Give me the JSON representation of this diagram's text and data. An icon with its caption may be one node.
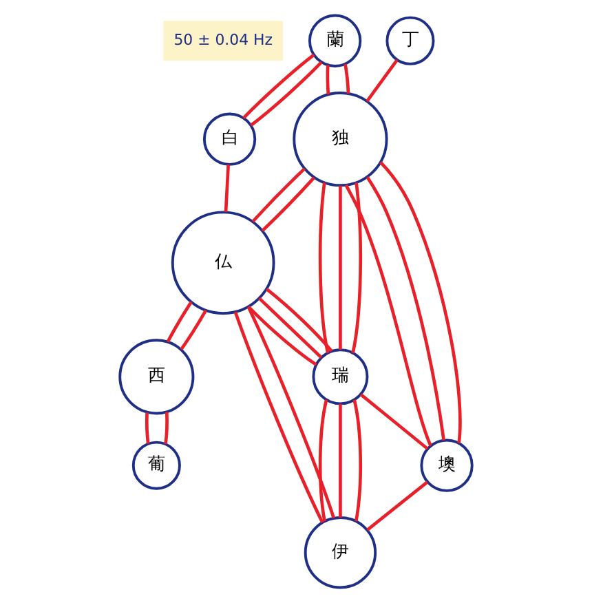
{
  "diagram": {
    "nodes": [
      {
        "text": [
          "丁"
        ]
      },
      {
        "text": [
          "蘭"
        ]
      },
      {
        "text": [
          "独"
        ]
      },
      {
        "text": [
          "白"
        ]
      },
      {
        "text": [
          "仏"
        ]
      },
      {
        "text": [
          "瑞"
        ]
      },
      {
        "text": [
          "墺"
        ]
      },
      {
        "text": [
          "伊"
        ]
      },
      {
        "text": [
          "西"
        ]
      },
      {
        "text": [
          "葡"
        ]
      }
    ],
    "edges": [
      {
        "from": 0,
        "to": 2,
        "arrow": "none"
      },
      {
        "from": 1,
        "to": 2,
        "arrow": "none"
      },
      {
        "from": 1,
        "to": 2,
        "arrow": "none"
      },
      {
        "from": 1,
        "to": 3,
        "arrow": "none"
      },
      {
        "from": 1,
        "to": 3,
        "arrow": "none"
      },
      {
        "from": 3,
        "to": 4,
        "arrow": "none"
      },
      {
        "from": 2,
        "to": 4,
        "arrow": "none"
      },
      {
        "from": 2,
        "to": 4,
        "arrow": "none"
      },
      {
        "from": 2,
        "to": 5,
        "arrow": "none"
      },
      {
        "from": 2,
        "to": 5,
        "arrow": "none"
      },
      {
        "from": 2,
        "to": 5,
        "arrow": "none"
      },
      {
        "from": 2,
        "to": 6,
        "arrow": "none"
      },
      {
        "from": 2,
        "to": 6,
        "arrow": "none"
      },
      {
        "from": 2,
        "to": 6,
        "arrow": "none"
      },
      {
        "from": 4,
        "to": 5,
        "arrow": "none"
      },
      {
        "from": 4,
        "to": 5,
        "arrow": "none"
      },
      {
        "from": 4,
        "to": 5,
        "arrow": "none"
      },
      {
        "from": 5,
        "to": 6,
        "arrow": "none"
      },
      {
        "from": 5,
        "to": 7,
        "arrow": "none"
      },
      {
        "from": 5,
        "to": 7,
        "arrow": "none"
      },
      {
        "from": 5,
        "to": 7,
        "arrow": "none"
      },
      {
        "from": 6,
        "to": 7,
        "arrow": "none"
      },
      {
        "from": 4,
        "to": 7,
        "arrow": "none"
      },
      {
        "from": 4,
        "to": 7,
        "arrow": "none"
      },
      {
        "from": 4,
        "to": 8,
        "arrow": "none"
      },
      {
        "from": 4,
        "to": 8,
        "arrow": "none"
      },
      {
        "from": 8,
        "to": 9,
        "arrow": "none"
      },
      {
        "from": 8,
        "to": 9,
        "arrow": "none"
      }
    ],
    "labels": [
      "50 ± 0.04 Hz"
    ]
  }
}
